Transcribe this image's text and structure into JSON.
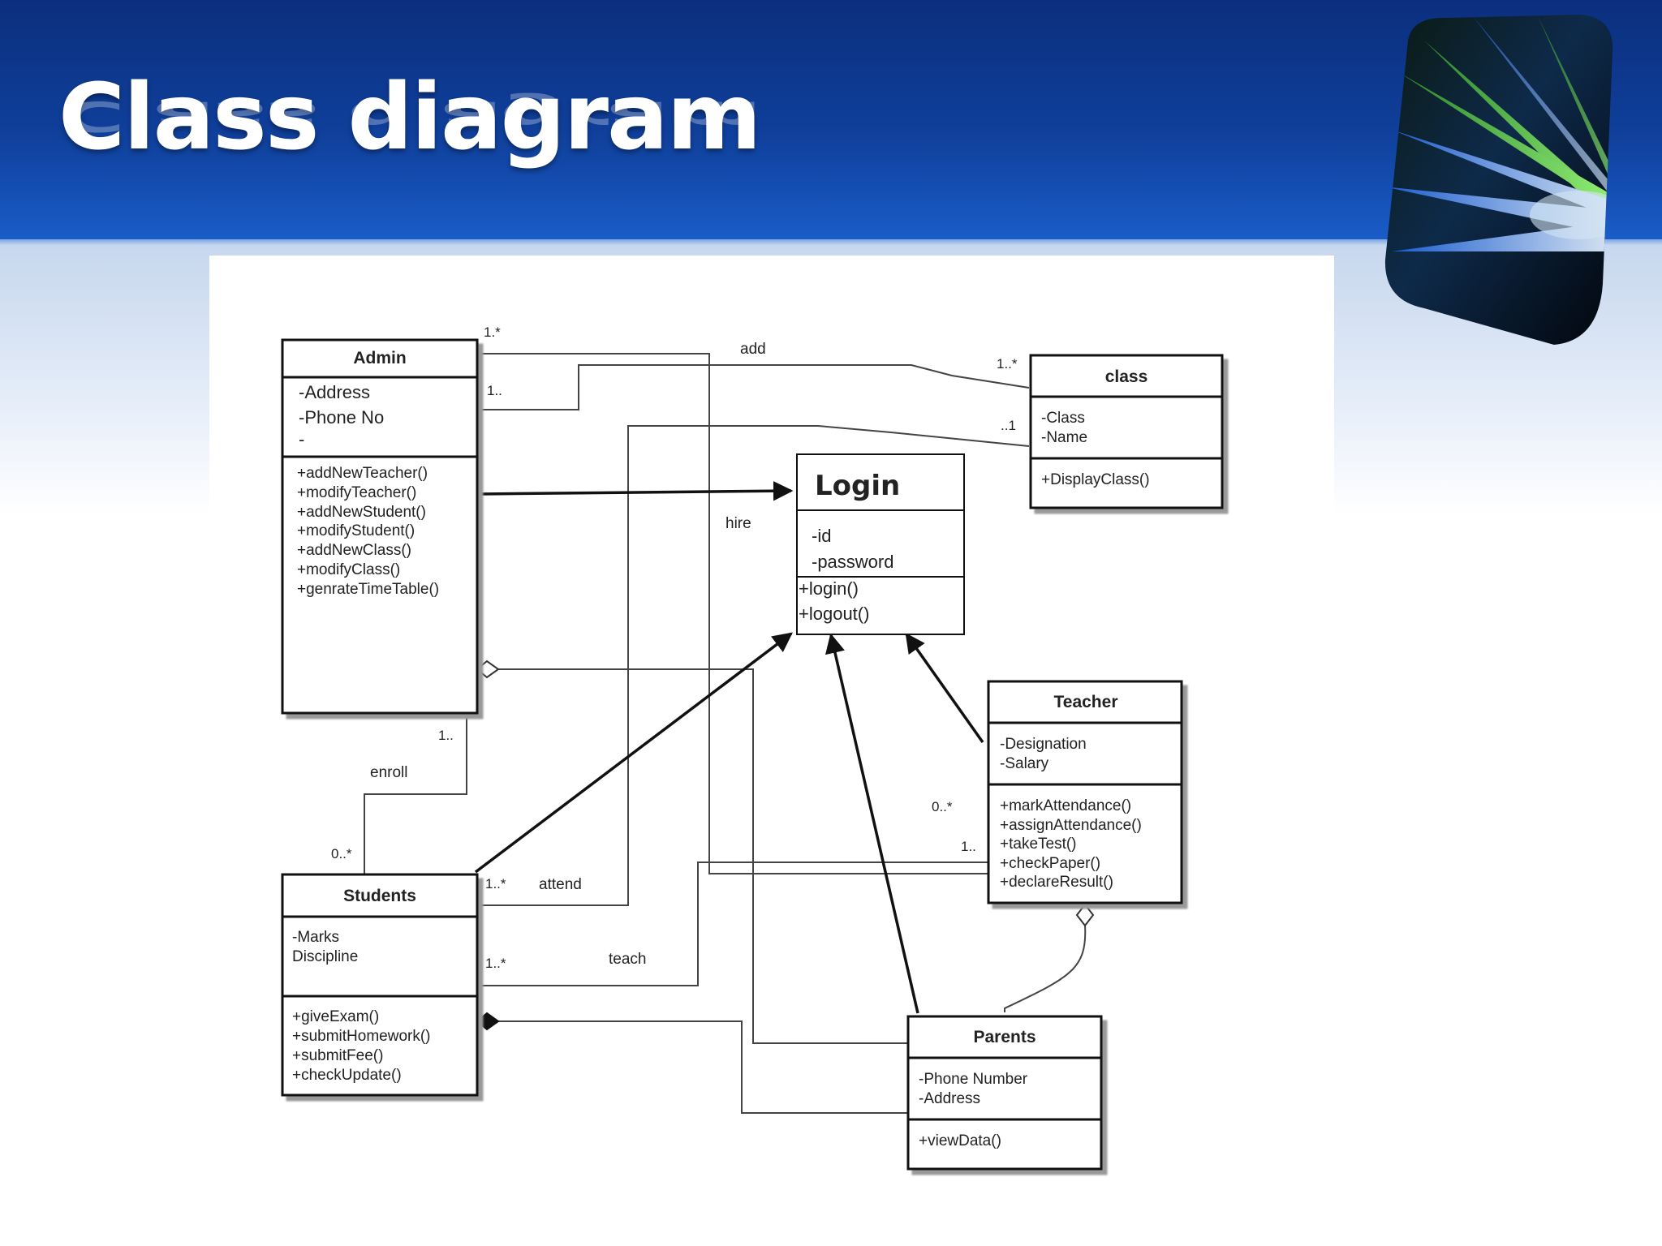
{
  "slide": {
    "title": "Class diagram"
  },
  "classes": {
    "admin": {
      "name": "Admin",
      "attributes": [
        "-Address",
        "-Phone No",
        "-"
      ],
      "methods": [
        "+addNewTeacher()",
        "+modifyTeacher()",
        "+addNewStudent()",
        "+modifyStudent()",
        "+addNewClass()",
        "+modifyClass()",
        "+genrateTimeTable()"
      ]
    },
    "class": {
      "name": "class",
      "attributes": [
        "-Class",
        "-Name"
      ],
      "methods": [
        "+DisplayClass()"
      ]
    },
    "login": {
      "name": "Login",
      "attributes": [
        "-id",
        "-password"
      ],
      "methods": [
        "+login()",
        "+logout()"
      ]
    },
    "teacher": {
      "name": "Teacher",
      "attributes": [
        "-Designation",
        "-Salary"
      ],
      "methods": [
        "+markAttendance()",
        "+assignAttendance()",
        "+takeTest()",
        "+checkPaper()",
        "+declareResult()"
      ]
    },
    "students": {
      "name": "Students",
      "attributes": [
        "-Marks",
        "Discipline"
      ],
      "methods": [
        "+giveExam()",
        "+submitHomework()",
        "+submitFee()",
        "+checkUpdate()"
      ]
    },
    "parents": {
      "name": "Parents",
      "attributes": [
        "-Phone Number",
        "-Address"
      ],
      "methods": [
        "+viewData()"
      ]
    }
  },
  "associations": {
    "add": "add",
    "hire": "hire",
    "enroll": "enroll",
    "attend": "attend",
    "teach": "teach"
  },
  "multiplicities": {
    "admin_top": "1.*",
    "admin_class": "1..",
    "class_top": "1..*",
    "class_mid": "..1",
    "admin_bottom": "1..",
    "students_top": "0..*",
    "teacher_hire": "0..*",
    "teacher_teach": "1..",
    "students_attend": "1..*",
    "students_teach": "1..*"
  }
}
